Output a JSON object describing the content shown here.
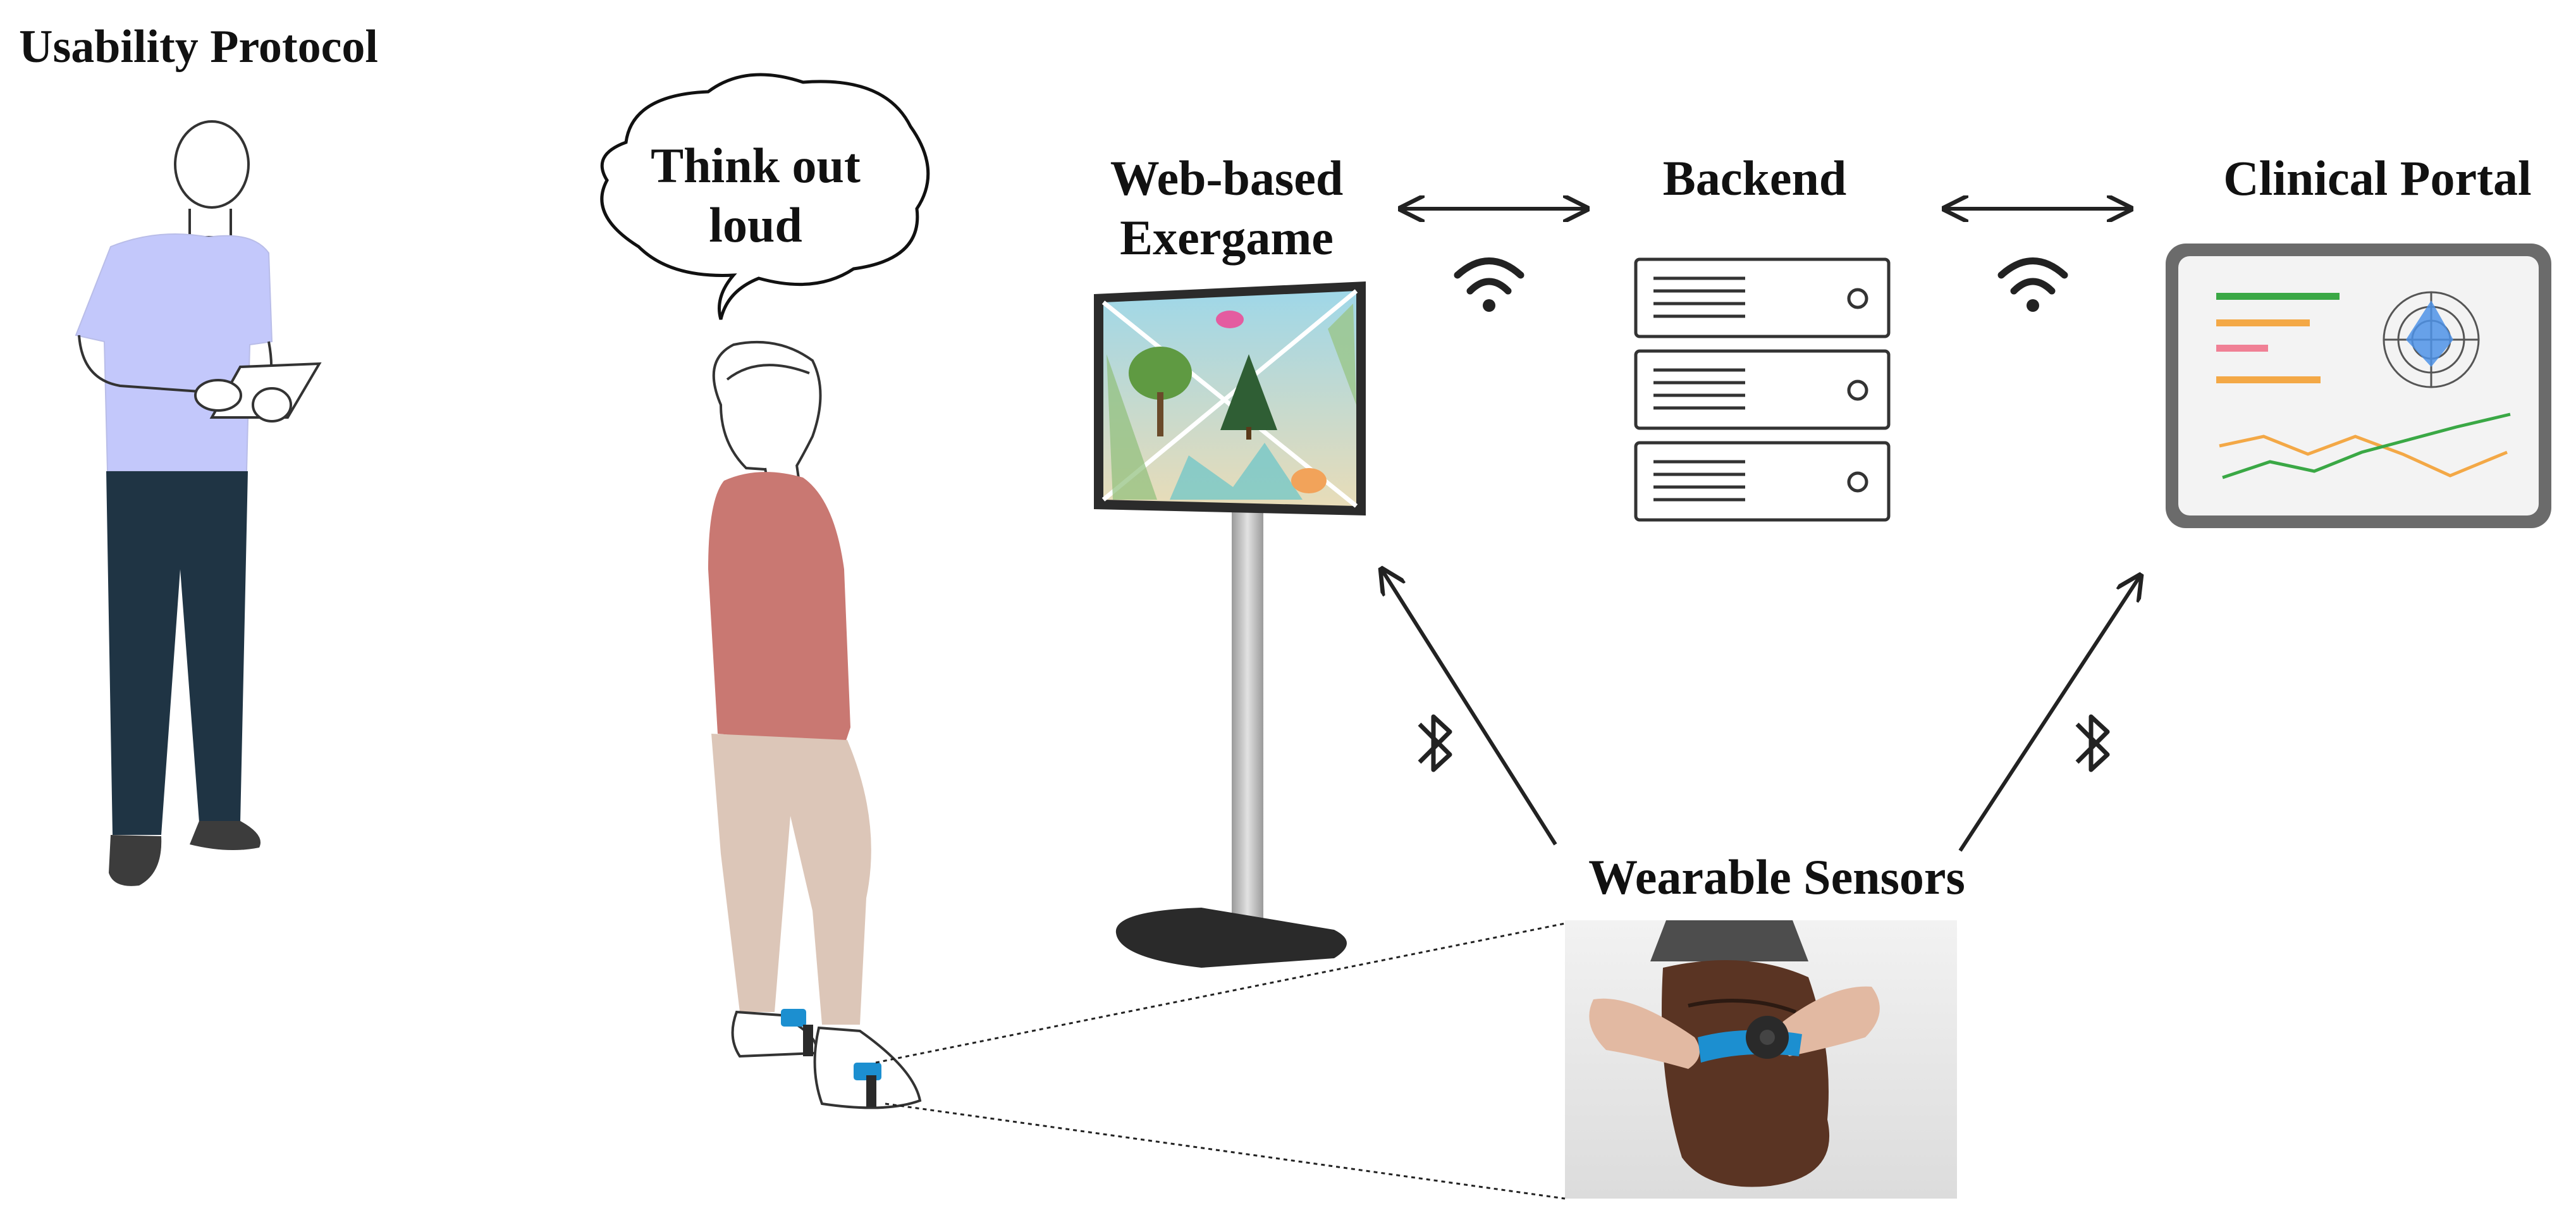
{
  "title": "Usability Protocol",
  "speech_bubble": {
    "text_line1": "Think out",
    "text_line2": "loud"
  },
  "components": {
    "exergame": {
      "line1": "Web-based",
      "line2": "Exergame"
    },
    "backend": "Backend",
    "clinical_portal": "Clinical Portal",
    "wearable_sensors": "Wearable Sensors"
  },
  "icons": {
    "wireless_left": "wifi-icon",
    "wireless_right": "wifi-icon",
    "bluetooth_left": "bluetooth-icon",
    "bluetooth_right": "bluetooth-icon"
  },
  "colors": {
    "observer_shirt": "#c3c8fb",
    "observer_pants": "#1f3444",
    "participant_sweater": "#c97872",
    "participant_pants": "#dcc6b8",
    "sensor_blue": "#1c8fd0",
    "portal_green": "#3aa845",
    "portal_orange": "#f3a846",
    "portal_pink": "#f08095",
    "radar_blue": "#4e92e6"
  }
}
